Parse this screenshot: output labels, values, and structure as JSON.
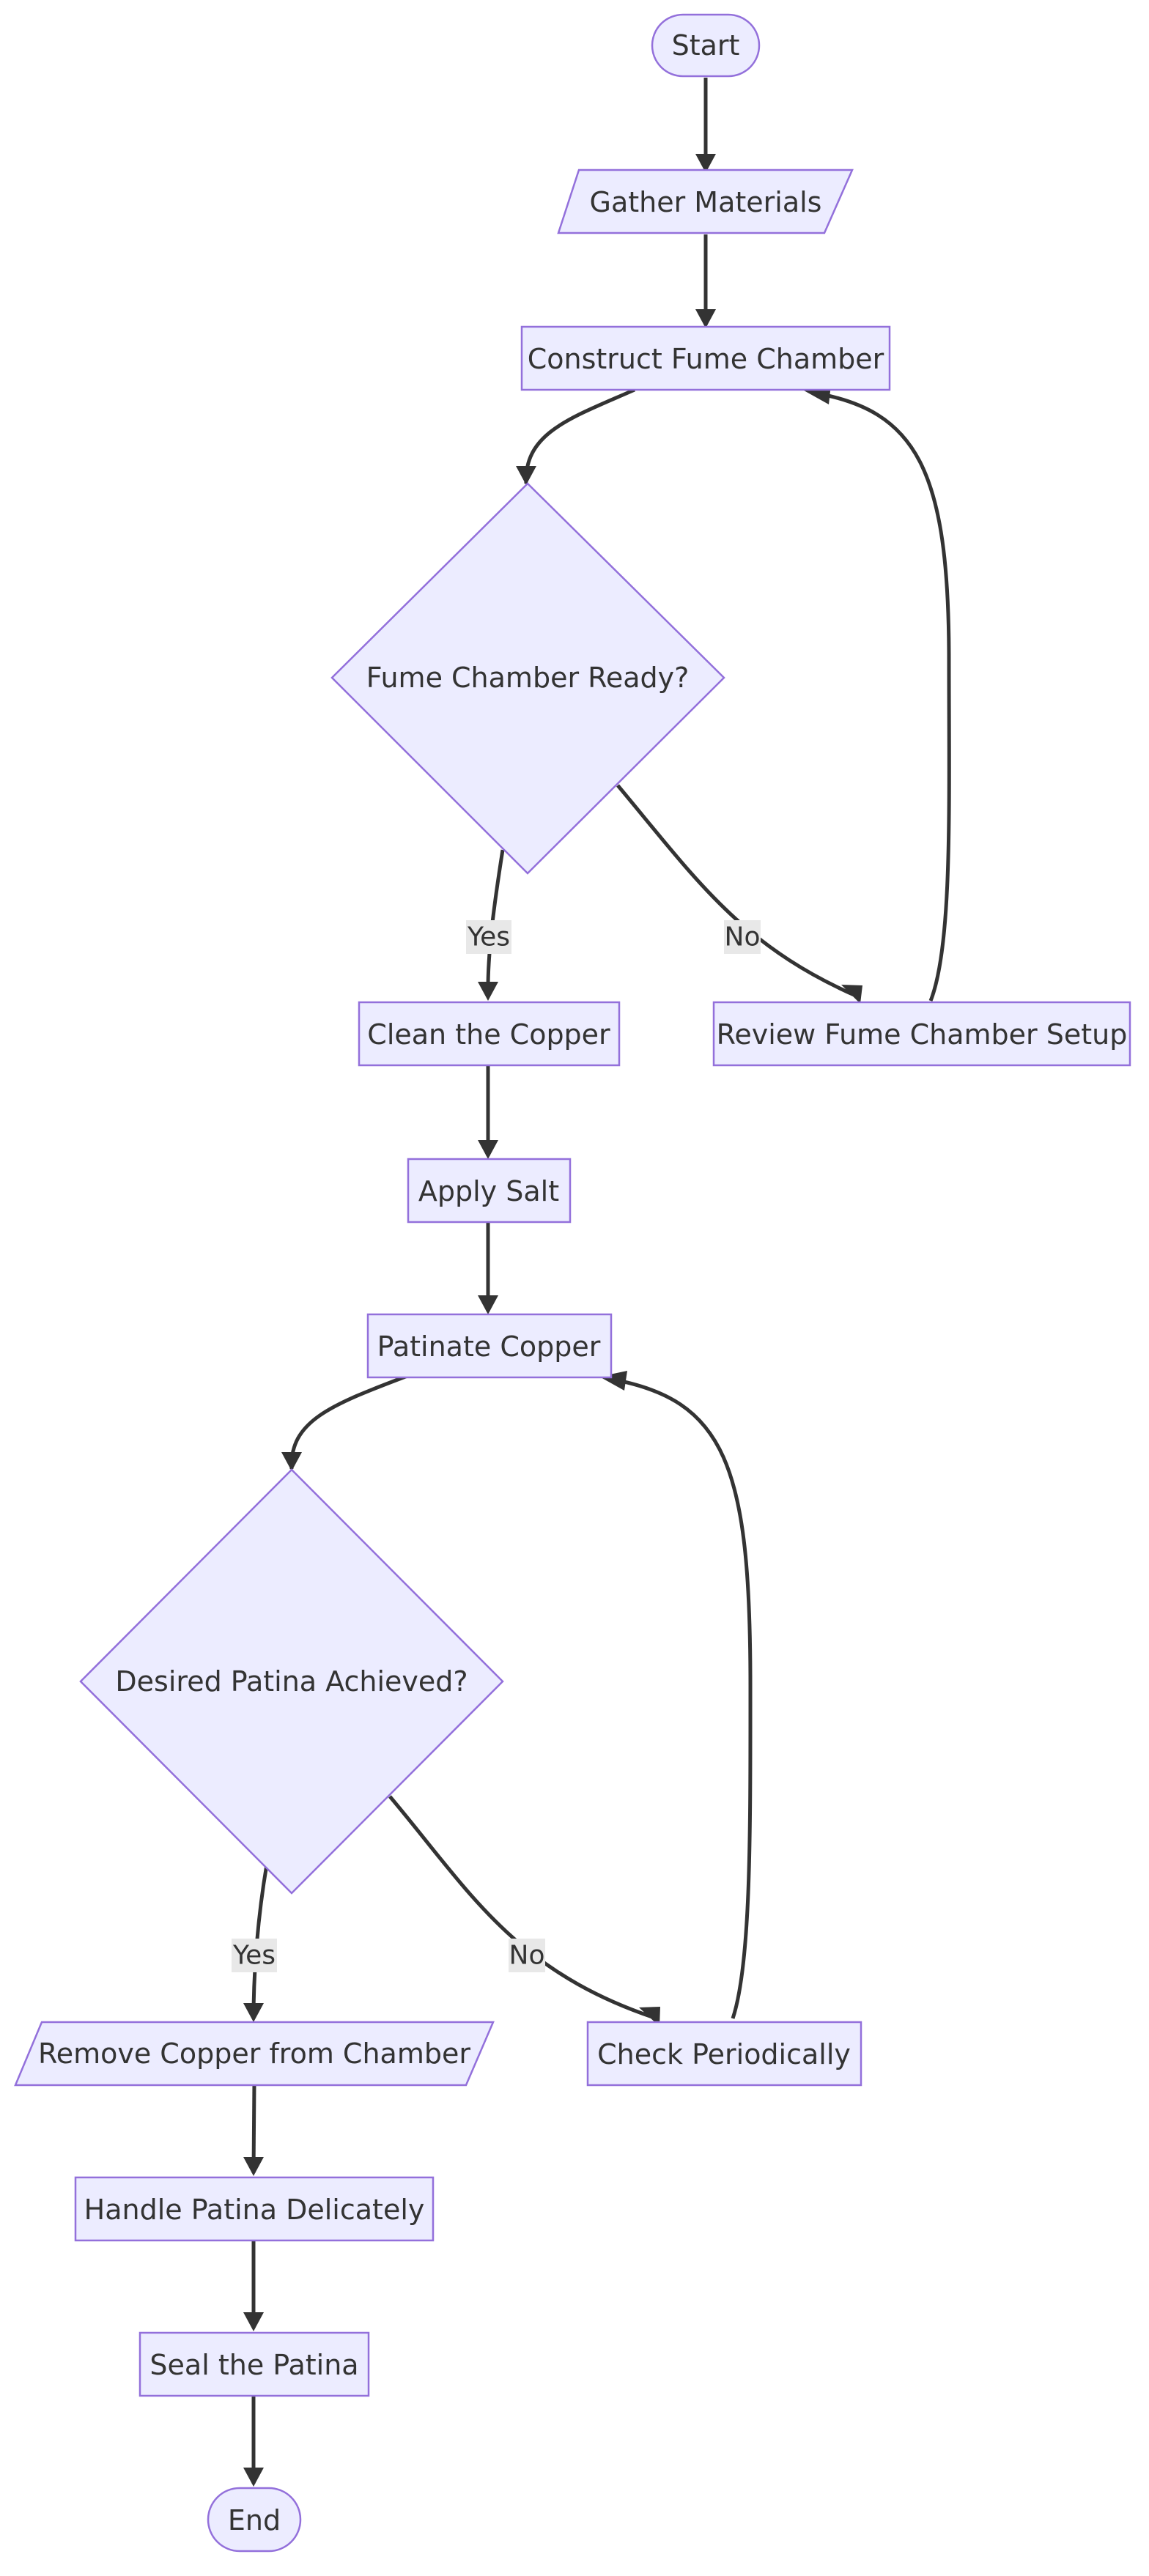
{
  "nodes": {
    "start": "Start",
    "gather": "Gather Materials",
    "construct": "Construct Fume Chamber",
    "ready": "Fume Chamber Ready?",
    "clean": "Clean the Copper",
    "review": "Review Fume Chamber Setup",
    "salt": "Apply Salt",
    "patinate": "Patinate Copper",
    "desired": "Desired Patina Achieved?",
    "remove": "Remove Copper from Chamber",
    "check": "Check Periodically",
    "handle": "Handle Patina Delicately",
    "seal": "Seal the Patina",
    "end": "End"
  },
  "edge_labels": {
    "ready_yes": "Yes",
    "ready_no": "No",
    "desired_yes": "Yes",
    "desired_no": "No"
  },
  "colors": {
    "node_fill": "#ECECFF",
    "node_stroke": "#9370DB",
    "edge": "#333333",
    "label_bg": "#e8e8e8",
    "text": "#333333"
  }
}
